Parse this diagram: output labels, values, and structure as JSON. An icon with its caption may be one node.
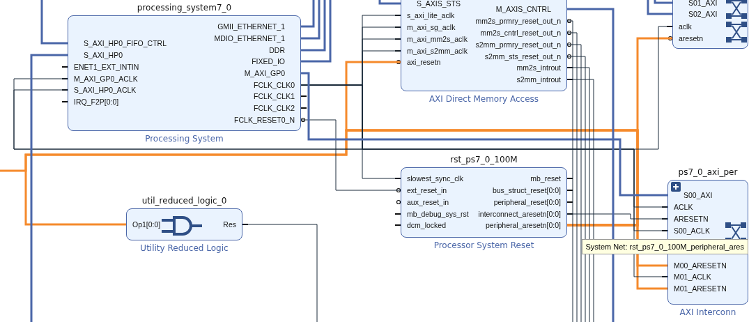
{
  "diagram": {
    "nodes": [
      {
        "text": [
          "processing_system7_0",
          "Processing System"
        ]
      },
      {
        "text": [
          "S_AXI_HP0_FIFO_CTRL"
        ],
        "in": 0
      },
      {
        "text": [
          "S_AXI_HP0"
        ],
        "in": 0
      },
      {
        "text": [
          "ENET1_EXT_INTIN"
        ],
        "in": 0
      },
      {
        "text": [
          "M_AXI_GP0_ACLK"
        ],
        "in": 0
      },
      {
        "text": [
          "S_AXI_HP0_ACLK"
        ],
        "in": 0
      },
      {
        "text": [
          "IRQ_F2P[0:0]"
        ],
        "in": 0
      },
      {
        "text": [
          "GMII_ETHERNET_1"
        ],
        "in": 0
      },
      {
        "text": [
          "MDIO_ETHERNET_1"
        ],
        "in": 0
      },
      {
        "text": [
          "DDR"
        ],
        "in": 0
      },
      {
        "text": [
          "FIXED_IO"
        ],
        "in": 0
      },
      {
        "text": [
          "M_AXI_GP0"
        ],
        "in": 0
      },
      {
        "text": [
          "FCLK_CLK0"
        ],
        "in": 0
      },
      {
        "text": [
          "FCLK_CLK1"
        ],
        "in": 0
      },
      {
        "text": [
          "FCLK_CLK2"
        ],
        "in": 0
      },
      {
        "text": [
          "FCLK_RESET0_N"
        ],
        "in": 0
      },
      {
        "text": [
          "AXI Direct Memory Access"
        ]
      },
      {
        "text": [
          "S_AXIS_STS"
        ],
        "in": 16
      },
      {
        "text": [
          "s_axi_lite_aclk"
        ],
        "in": 16
      },
      {
        "text": [
          "m_axi_sg_aclk"
        ],
        "in": 16
      },
      {
        "text": [
          "m_axi_mm2s_aclk"
        ],
        "in": 16
      },
      {
        "text": [
          "m_axi_s2mm_aclk"
        ],
        "in": 16
      },
      {
        "text": [
          "axi_resetn"
        ],
        "in": 16
      },
      {
        "text": [
          "M_AXIS_CNTRL"
        ],
        "in": 16
      },
      {
        "text": [
          "mm2s_prmry_reset_out_n"
        ],
        "in": 16
      },
      {
        "text": [
          "mm2s_cntrl_reset_out_n"
        ],
        "in": 16
      },
      {
        "text": [
          "s2mm_prmry_reset_out_n"
        ],
        "in": 16
      },
      {
        "text": [
          "s2mm_sts_reset_out_n"
        ],
        "in": 16
      },
      {
        "text": [
          "mm2s_introut"
        ],
        "in": 16
      },
      {
        "text": [
          "s2mm_introut"
        ],
        "in": 16
      },
      {
        "text": [],
        "shape": "box"
      },
      {
        "text": [
          "S01_AXI"
        ],
        "in": 30
      },
      {
        "text": [
          "S02_AXI"
        ],
        "in": 30
      },
      {
        "text": [
          "aclk"
        ],
        "in": 30
      },
      {
        "text": [
          "aresetn"
        ],
        "in": 30
      },
      {
        "text": [
          "rst_ps7_0_100M",
          "Processor System Reset"
        ]
      },
      {
        "text": [
          "slowest_sync_clk"
        ],
        "in": 35
      },
      {
        "text": [
          "ext_reset_in"
        ],
        "in": 35
      },
      {
        "text": [
          "aux_reset_in"
        ],
        "in": 35
      },
      {
        "text": [
          "mb_debug_sys_rst"
        ],
        "in": 35
      },
      {
        "text": [
          "dcm_locked"
        ],
        "in": 35
      },
      {
        "text": [
          "mb_reset"
        ],
        "in": 35
      },
      {
        "text": [
          "bus_struct_reset[0:0]"
        ],
        "in": 35
      },
      {
        "text": [
          "peripheral_reset[0:0]"
        ],
        "in": 35
      },
      {
        "text": [
          "interconnect_aresetn[0:0]"
        ],
        "in": 35
      },
      {
        "text": [
          "peripheral_aresetn[0:0]"
        ],
        "in": 35
      },
      {
        "text": [
          "util_reduced_logic_0",
          "Utility Reduced Logic"
        ]
      },
      {
        "text": [
          "Op1[0:0]"
        ],
        "in": 46
      },
      {
        "text": [
          "Res"
        ],
        "in": 46
      },
      {
        "text": [
          "ps7_0_axi_per",
          "AXI Interconn"
        ]
      },
      {
        "text": [
          "S00_AXI"
        ],
        "in": 49
      },
      {
        "text": [
          "ACLK"
        ],
        "in": 49
      },
      {
        "text": [
          "ARESETN"
        ],
        "in": 49
      },
      {
        "text": [
          "S00_ACLK"
        ],
        "in": 49
      },
      {
        "text": [
          "M00_ARESETN"
        ],
        "in": 49
      },
      {
        "text": [
          "M01_ACLK"
        ],
        "in": 49
      },
      {
        "text": [
          "M01_ARESETN"
        ],
        "in": 49
      }
    ],
    "edges": [
      {
        "from": 45,
        "to": 22,
        "arrow": "none",
        "style": "thick",
        "color": "#f58a2c"
      },
      {
        "from": 45,
        "to": 34,
        "arrow": "none",
        "style": "thick",
        "color": "#f58a2c"
      },
      {
        "from": 45,
        "to": 54,
        "arrow": "none",
        "style": "thick",
        "color": "#f58a2c"
      },
      {
        "from": 45,
        "to": 56,
        "arrow": "none",
        "style": "thick",
        "color": "#f58a2c"
      },
      {
        "from": 45,
        "to": 47,
        "arrow": "none",
        "style": "thick",
        "color": "#f58a2c"
      },
      {
        "from": 45,
        "to": null,
        "arrow": "none",
        "style": "thick",
        "color": "#f58a2c"
      },
      {
        "from": 44,
        "to": 52,
        "arrow": "none"
      },
      {
        "from": 15,
        "to": 37,
        "arrow": "none"
      },
      {
        "from": 12,
        "to": 18,
        "arrow": "none"
      },
      {
        "from": 12,
        "to": 19,
        "arrow": "none"
      },
      {
        "from": 12,
        "to": 20,
        "arrow": "none"
      },
      {
        "from": 12,
        "to": 21,
        "arrow": "none"
      },
      {
        "from": 12,
        "to": 36,
        "arrow": "none"
      },
      {
        "from": 12,
        "to": 4,
        "arrow": "none"
      },
      {
        "from": 12,
        "to": 5,
        "arrow": "none"
      },
      {
        "from": 12,
        "to": 33,
        "arrow": "none"
      },
      {
        "from": 12,
        "to": 51,
        "arrow": "none"
      },
      {
        "from": 12,
        "to": 53,
        "arrow": "none"
      },
      {
        "from": 12,
        "to": 55,
        "arrow": "none"
      },
      {
        "from": 11,
        "to": 50,
        "arrow": "none",
        "style": "thick",
        "color": "#4a66a8"
      },
      {
        "from": 7,
        "to": null,
        "arrow": "none",
        "style": "thick",
        "color": "#4a66a8"
      },
      {
        "from": 8,
        "to": null,
        "arrow": "none",
        "style": "thick",
        "color": "#4a66a8"
      },
      {
        "from": 9,
        "to": null,
        "arrow": "none",
        "style": "thick",
        "color": "#4a66a8"
      },
      {
        "from": 10,
        "to": null,
        "arrow": "none",
        "style": "thick",
        "color": "#4a66a8"
      },
      {
        "from": 1,
        "to": null,
        "arrow": "none",
        "style": "thick",
        "color": "#4a66a8"
      },
      {
        "from": 2,
        "to": null,
        "arrow": "none",
        "style": "thick",
        "color": "#4a66a8"
      },
      {
        "from": 17,
        "to": null,
        "arrow": "none",
        "style": "thick",
        "color": "#4a66a8"
      },
      {
        "from": 23,
        "to": null,
        "arrow": "none",
        "style": "thick",
        "color": "#4a66a8"
      },
      {
        "from": 31,
        "to": null,
        "arrow": "none",
        "style": "thick",
        "color": "#4a66a8"
      },
      {
        "from": 32,
        "to": null,
        "arrow": "none",
        "style": "thick",
        "color": "#4a66a8"
      },
      {
        "from": 24,
        "to": null,
        "arrow": "none"
      },
      {
        "from": 25,
        "to": null,
        "arrow": "none"
      },
      {
        "from": 26,
        "to": null,
        "arrow": "none"
      },
      {
        "from": 27,
        "to": null,
        "arrow": "none"
      },
      {
        "from": 28,
        "to": null,
        "arrow": "none"
      },
      {
        "from": 29,
        "to": null,
        "arrow": "none"
      },
      {
        "from": 48,
        "to": null,
        "arrow": "none"
      }
    ],
    "labels": [
      "System Net: rst_ps7_0_100M_peripheral_ares"
    ]
  }
}
